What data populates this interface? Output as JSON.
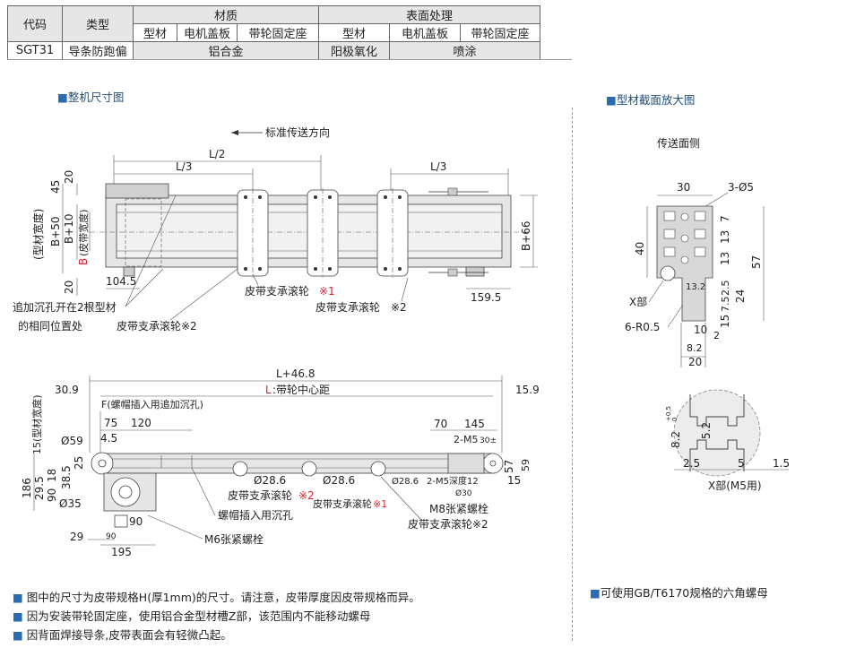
{
  "spec_table": {
    "headers": {
      "code": "代码",
      "type": "类型",
      "material": "材质",
      "surface": "表面处理"
    },
    "sub_headers": {
      "profile": "型材",
      "motor_cover": "电机盖板",
      "pulley_seat": "带轮固定座"
    },
    "row": {
      "code": "SGT31",
      "type": "导条防跑偏"
    },
    "material_value": "铝合金",
    "surface_values": {
      "profile": "阳极氧化",
      "other": "喷涂"
    }
  },
  "sections": {
    "overall": "整机尺寸图",
    "profile_zoom": "型材截面放大图"
  },
  "overall_top": {
    "direction": "标准传送方向",
    "L2": "L/2",
    "L3a": "L/3",
    "L3b": "L/3",
    "dim_45": "45",
    "dim_20a": "20",
    "dim_20b": "20",
    "dim_B50": "B+50",
    "dim_B10": "B+10",
    "dim_B_red": "B",
    "dim_B_belt": "(皮带宽度)",
    "dim_profile_width": "(型材宽度)",
    "dim_B66": "B+66",
    "dim_1045": "104.5",
    "dim_1595": "159.5",
    "roller1": "皮带支承滚轮",
    "roller1_mark": "※1",
    "roller2": "皮带支承滚轮※2",
    "roller3": "皮带支承滚轮",
    "roller3_mark": "※2",
    "hole_note_1": "追加沉孔开在2根型材",
    "hole_note_2": "的相同位置处"
  },
  "overall_side": {
    "L468": "L+46.8",
    "L_red": "L",
    "L_center": ":带轮中心距",
    "dim_309": "30.9",
    "dim_159": "15.9",
    "F_note": "F(螺帽插入用追加沉孔)",
    "dim_75": "75",
    "dim_120": "120",
    "dim_45": "4.5",
    "dim_15": "15",
    "dim_profile_width": "(型材宽度)",
    "dim_59": "Ø59",
    "dim_186": "186",
    "dim_295": "29.5",
    "dim_18": "18",
    "dim_90v": "90",
    "dim_385": "38.5",
    "dim_25": "25",
    "dim_35": "Ø35",
    "dim_90box": "90",
    "dim_29": "29",
    "dim_90h": "90",
    "dim_195": "195",
    "dim_70": "70",
    "dim_145": "145",
    "dim_2M5": "2-M5",
    "dim_30s": "30±",
    "dim_57": "57",
    "dim_59b": "59",
    "dim_286a": "Ø28.6",
    "dim_286b": "Ø28.6",
    "dim_286c": "Ø28.6",
    "dim_2M5d": "2-M5深度12",
    "dim_15b": "15",
    "dim_30": "Ø30",
    "roller_a": "皮带支承滚轮",
    "roller_a_mark": "※2",
    "roller_b": "皮带支承滚轮",
    "roller_b_mark": "※1",
    "roller_c": "皮带支承滚轮※2",
    "nut_hole": "螺帽插入用沉孔",
    "m8": "M8张紧螺栓",
    "m6": "M6张紧螺栓"
  },
  "profile": {
    "side": "传送面侧",
    "dim_30": "30",
    "dim_3d5": "3-Ø5",
    "dim_40": "40",
    "dim_57": "57",
    "dim_7": "7",
    "dim_13a": "13",
    "dim_13b": "13",
    "dim_132": "13.2",
    "dim_25": "2.5",
    "dim_75": "7.5",
    "dim_24": "24",
    "dim_15": "15",
    "dim_10": "10",
    "dim_82": "8.2",
    "dim_20": "20",
    "dim_2": "2",
    "x_part": "X部",
    "r05": "6-R0.5"
  },
  "detail": {
    "dim_82": "8.2",
    "dim_tol_up": "+0.5",
    "dim_tol_lo": "0",
    "dim_52": "5.2",
    "dim_25": "2.5",
    "dim_5": "5",
    "dim_15": "1.5",
    "label": "X部(M5用)"
  },
  "notes": [
    "图中的尺寸为皮带规格H(厚1mm)的尺寸。请注意，皮带厚度因皮带规格而异。",
    "因为安装带轮固定座，使用铝合金型材槽Z部，该范围内不能移动螺母",
    "因背面焊接导条,皮带表面会有轻微凸起。"
  ],
  "note_right": "可使用GB/T6170规格的六角螺母",
  "colors": {
    "accent": "#2b6cb0",
    "red": "#e0242d",
    "fill": "#e6e6e6"
  }
}
